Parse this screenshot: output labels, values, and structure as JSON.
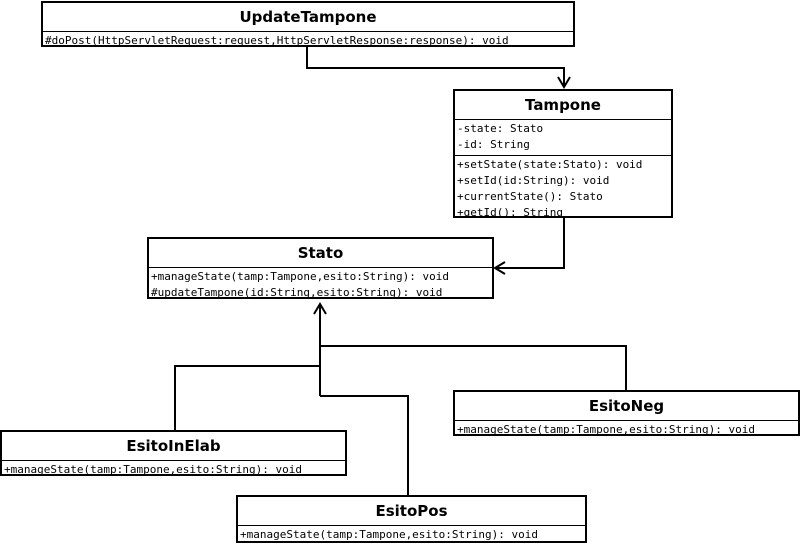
{
  "classes": {
    "update_tampone": {
      "name": "UpdateTampone",
      "methods": [
        "#doPost(HttpServletRequest:request,HttpServletResponse:response): void"
      ]
    },
    "tampone": {
      "name": "Tampone",
      "attributes": [
        "-state: Stato",
        "-id: String"
      ],
      "methods": [
        "+setState(state:Stato): void",
        "+setId(id:String): void",
        "+currentState(): Stato",
        "+getId(): String"
      ]
    },
    "stato": {
      "name": "Stato",
      "methods": [
        "+manageState(tamp:Tampone,esito:String): void",
        "#updateTampone(id:String,esito:String): void"
      ]
    },
    "esito_in_elab": {
      "name": "EsitoInElab",
      "methods": [
        "+manageState(tamp:Tampone,esito:String): void"
      ]
    },
    "esito_neg": {
      "name": "EsitoNeg",
      "methods": [
        "+manageState(tamp:Tampone,esito:String): void"
      ]
    },
    "esito_pos": {
      "name": "EsitoPos",
      "methods": [
        "+manageState(tamp:Tampone,esito:String): void"
      ]
    }
  },
  "relationships": [
    {
      "from": "UpdateTampone",
      "to": "Tampone",
      "kind": "association"
    },
    {
      "from": "Tampone",
      "to": "Stato",
      "kind": "association"
    },
    {
      "from": "EsitoInElab",
      "to": "Stato",
      "kind": "generalization"
    },
    {
      "from": "EsitoNeg",
      "to": "Stato",
      "kind": "generalization"
    },
    {
      "from": "EsitoPos",
      "to": "Stato",
      "kind": "generalization"
    }
  ]
}
